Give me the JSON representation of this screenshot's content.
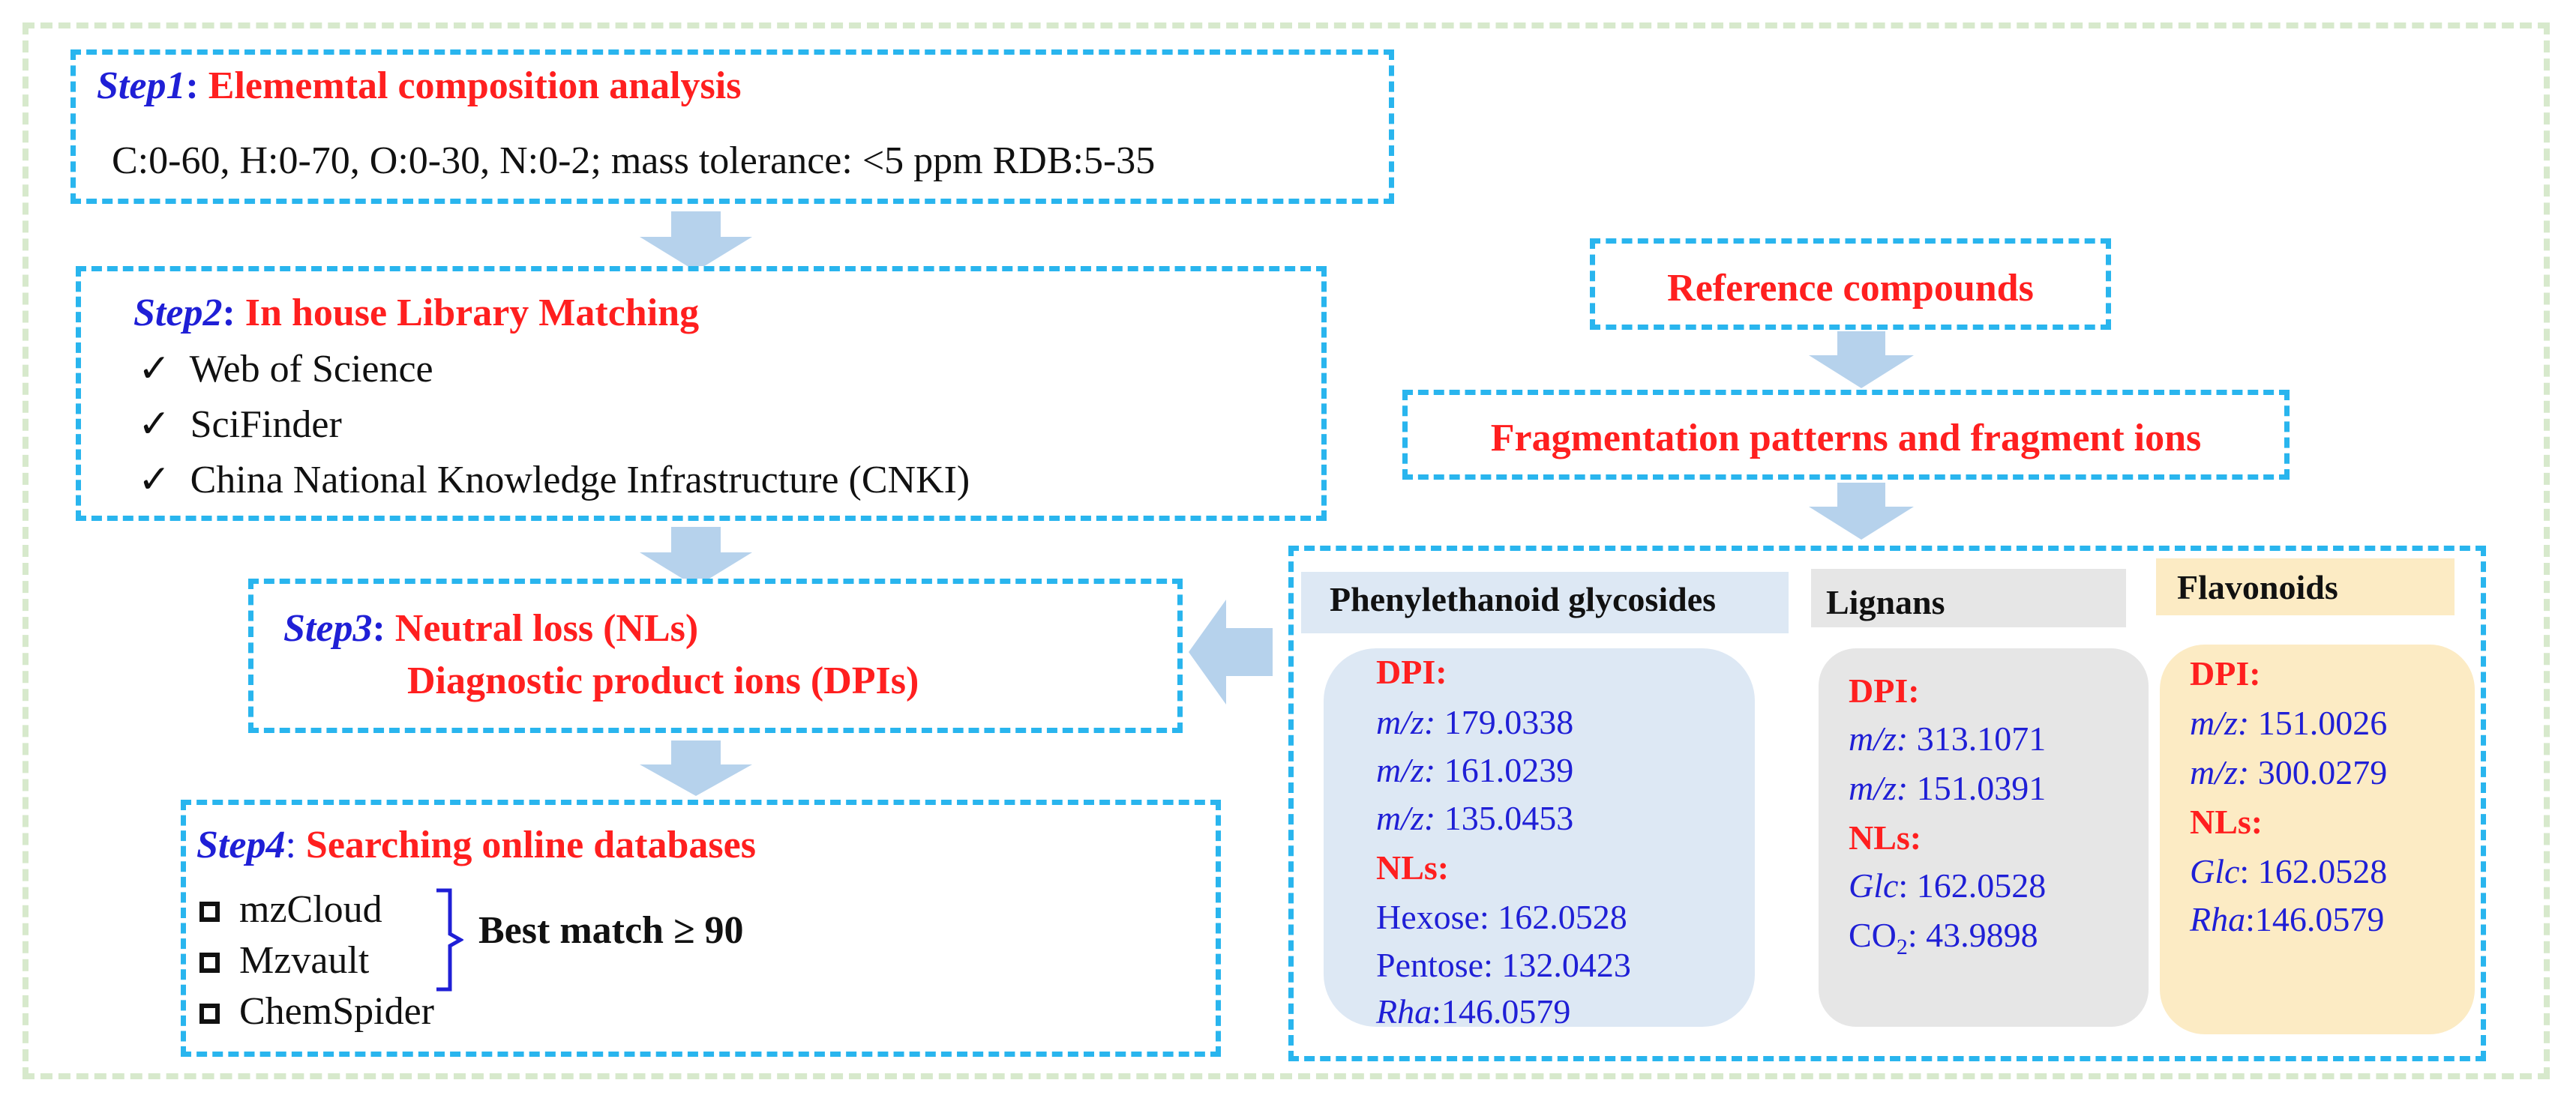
{
  "step1": {
    "step": "Step1",
    "title": "Elememtal composition analysis",
    "detail": "C:0-60, H:0-70, O:0-30, N:0-2; mass tolerance: <5 ppm RDB:5-35"
  },
  "step2": {
    "step": "Step2",
    "title": "In house Library Matching",
    "items": [
      "Web of Science",
      "SciFinder",
      "China National Knowledge Infrastructure (CNKI)"
    ]
  },
  "step3": {
    "step": "Step3",
    "title_line1": "Neutral loss (NLs)",
    "title_line2": "Diagnostic product ions (DPIs)"
  },
  "step4": {
    "step": "Step4",
    "title": "Searching online databases",
    "items": [
      "mzCloud",
      "Mzvault",
      "ChemSpider"
    ],
    "best_match": "Best match ≥ 90"
  },
  "reference": "Reference compounds",
  "fragmentation": "Fragmentation patterns and fragment ions",
  "phenylethanoid": {
    "header": "Phenylethanoid glycosides",
    "dpi_label": "DPI:",
    "dpi": [
      {
        "prefix": "m/z:",
        "value": "179.0338"
      },
      {
        "prefix": "m/z:",
        "value": "161.0239"
      },
      {
        "prefix": "m/z:",
        "value": "135.0453"
      }
    ],
    "nls_label": "NLs:",
    "nls": [
      {
        "prefix": "Hexose:",
        "value": "162.0528"
      },
      {
        "prefix": "Pentose:",
        "value": "132.0423"
      },
      {
        "prefix": "Rha",
        "value": ":146.0579"
      }
    ]
  },
  "lignans": {
    "header": "Lignans",
    "dpi_label": "DPI:",
    "dpi": [
      {
        "prefix": "m/z:",
        "value": "313.1071"
      },
      {
        "prefix": "m/z:",
        "value": "151.0391"
      }
    ],
    "nls_label": "NLs:",
    "nls": [
      {
        "prefix": "Glc",
        "value": ": 162.0528"
      },
      {
        "prefix": "CO",
        "sub": "2",
        "value": ": 43.9898"
      }
    ]
  },
  "flavonoids": {
    "header": "Flavonoids",
    "dpi_label": "DPI:",
    "dpi": [
      {
        "prefix": "m/z:",
        "value": "151.0026"
      },
      {
        "prefix": "m/z:",
        "value": "300.0279"
      }
    ],
    "nls_label": "NLs:",
    "nls": [
      {
        "prefix": "Glc",
        "value": ": 162.0528"
      },
      {
        "prefix": "Rha",
        "value": ":146.0579"
      }
    ]
  },
  "colors": {
    "border_dash": "#29b5ee",
    "outer_dash": "#d7e9cc",
    "arrow": "#b6d2ec",
    "title_red": "#ff1f1f",
    "step_blue": "#1f1fd6",
    "phenyl_bg": "#dde8f4",
    "lignan_bg": "#e6e6e6",
    "flavo_bg": "#fcebc4"
  }
}
